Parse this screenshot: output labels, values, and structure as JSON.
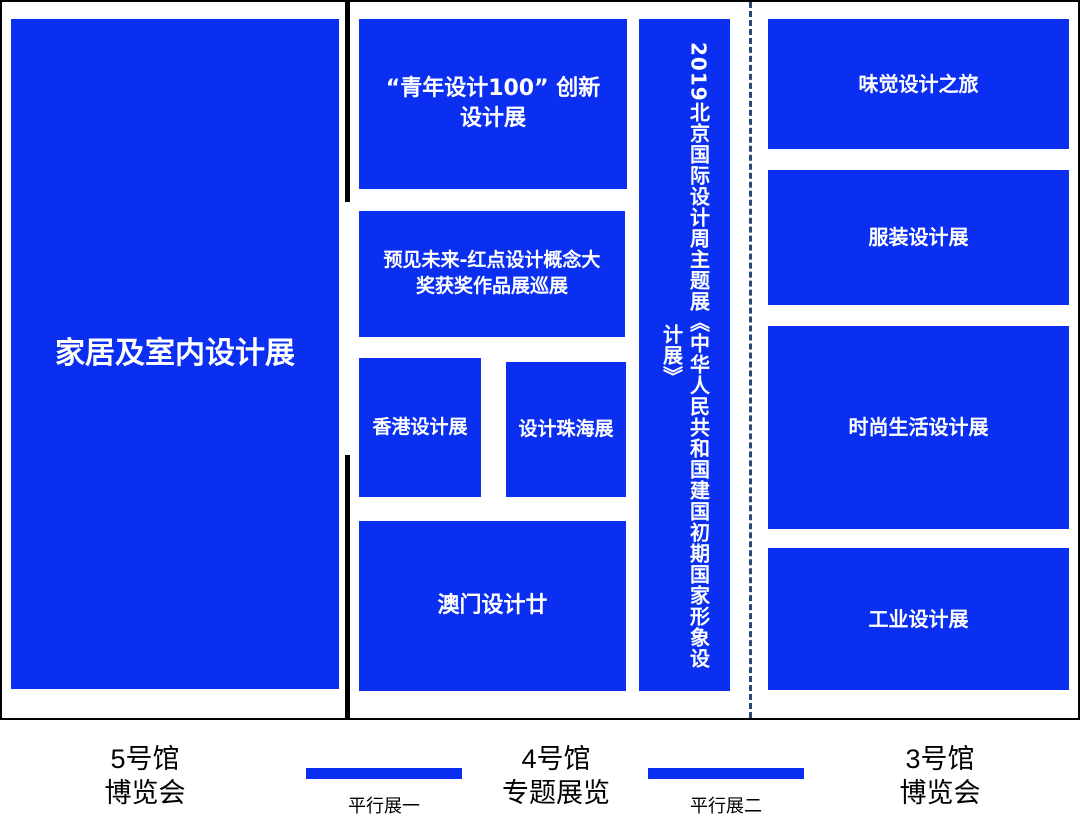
{
  "hall5": {
    "main_exhibit": "家居及室内设计展",
    "hall_name": "5号馆",
    "hall_type": "博览会"
  },
  "hall4": {
    "youth_design": "“青年设计100” 创新设计展",
    "red_dot": "预见未来-红点设计概念大奖获奖作品展巡展",
    "hong_kong": "香港设计展",
    "zhuhai": "设计珠海展",
    "macau": "澳门设计廿",
    "theme_exhibit": "2019北京国际设计周主题展《中华人民共和国建国初期国家形象设计展》",
    "hall_name": "4号馆",
    "hall_type": "专题展览"
  },
  "hall3": {
    "taste": "味觉设计之旅",
    "fashion_wear": "服装设计展",
    "lifestyle": "时尚生活设计展",
    "industrial": "工业设计展",
    "hall_name": "3号馆",
    "hall_type": "博览会"
  },
  "parallel": {
    "one": "平行展一",
    "two": "平行展二"
  },
  "colors": {
    "block": "#0a2ff0",
    "text_on_block": "#ffffff",
    "wall": "#000000",
    "divider": "#2a4a7a"
  }
}
